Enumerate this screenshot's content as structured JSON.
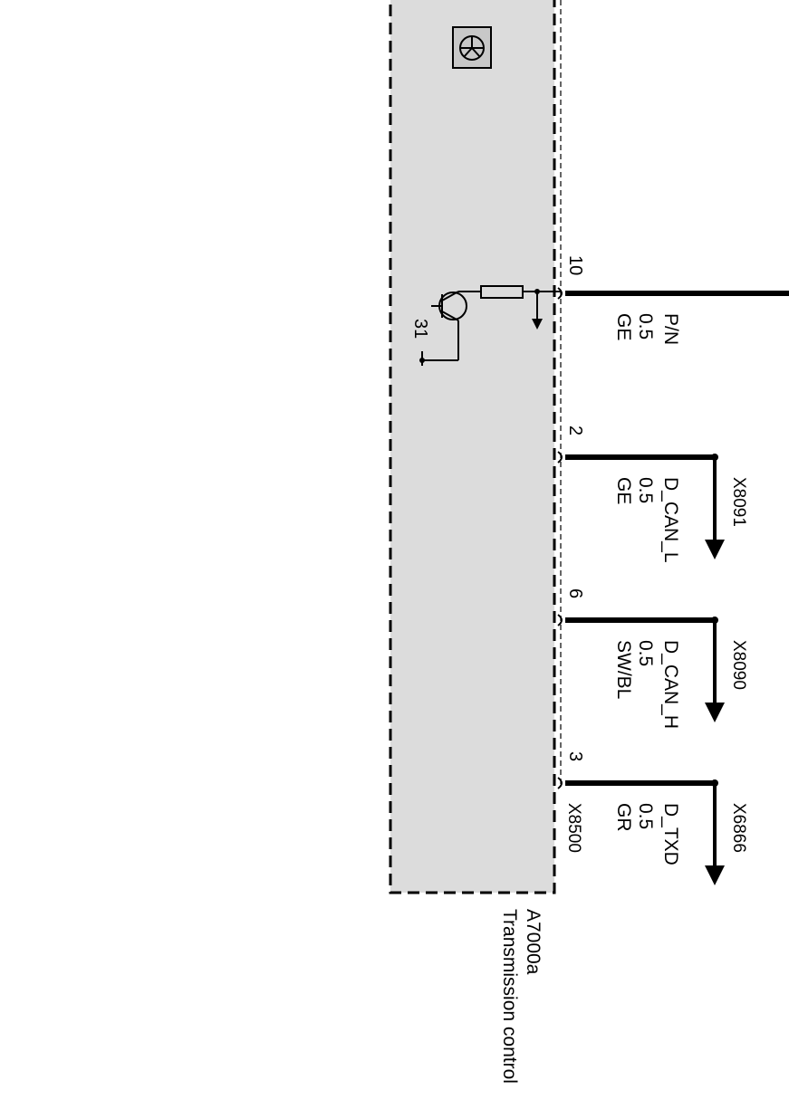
{
  "component": {
    "id": "A7000a",
    "name": "Transmission control",
    "ground_label": "31",
    "connector": "X8500"
  },
  "pins": [
    {
      "number": "10",
      "signal": "P/N",
      "cross_section": "0.5",
      "color": "GE",
      "destination": ""
    },
    {
      "number": "2",
      "signal": "D_CAN_L",
      "cross_section": "0.5",
      "color": "GE",
      "destination": "X8091"
    },
    {
      "number": "6",
      "signal": "D_CAN_H",
      "cross_section": "0.5",
      "color": "SW/BL",
      "destination": "X8090"
    },
    {
      "number": "3",
      "signal": "D_TXD",
      "cross_section": "0.5",
      "color": "GR",
      "destination": "X6866"
    }
  ],
  "colors": {
    "box_fill": "#dcdcdc",
    "line": "#000000"
  }
}
